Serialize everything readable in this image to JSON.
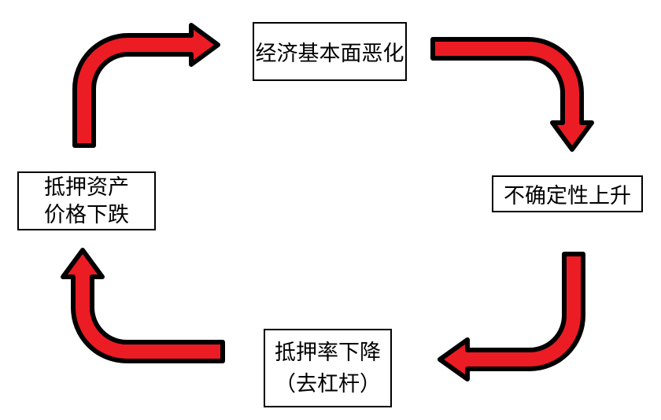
{
  "diagram": {
    "colors": {
      "arrow_fill": "#ec1c24",
      "arrow_outline": "#000000",
      "box_border": "#000000",
      "background": "#ffffff",
      "text": "#000000"
    },
    "nodes": {
      "top": {
        "lines": [
          "经济基本面恶化"
        ]
      },
      "right": {
        "lines": [
          "不确定性上升"
        ]
      },
      "bottom": {
        "lines": [
          "抵押率下降",
          "（去杠杆）"
        ]
      },
      "left": {
        "lines": [
          "抵押资产",
          "价格下跌"
        ]
      }
    },
    "arrows": [
      {
        "name": "left-to-top",
        "shape": "up-then-right",
        "points": "right"
      },
      {
        "name": "top-to-right",
        "shape": "right-then-down",
        "points": "down"
      },
      {
        "name": "right-to-bottom",
        "shape": "down-then-left",
        "points": "left"
      },
      {
        "name": "bottom-to-left",
        "shape": "left-then-up",
        "points": "up"
      }
    ]
  }
}
